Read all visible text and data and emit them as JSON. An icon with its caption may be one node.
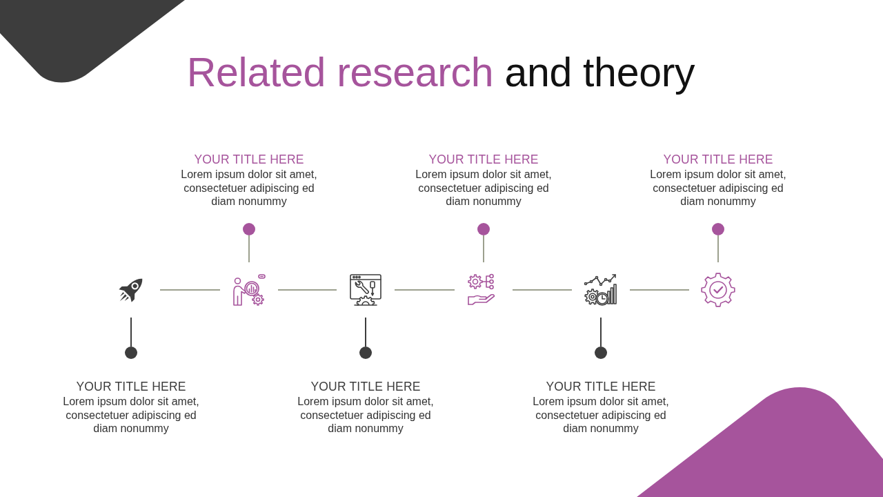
{
  "diagram": {
    "title": "Related research and theory",
    "nodes": [
      {
        "text": [],
        "shape": "picture"
      },
      {
        "text": [],
        "shape": "picture"
      },
      {
        "text": [],
        "shape": "picture"
      },
      {
        "text": [],
        "shape": "picture"
      },
      {
        "text": [],
        "shape": "picture"
      },
      {
        "text": [],
        "shape": "picture"
      },
      {
        "text": [],
        "shape": "circle",
        "beside": [
          "YOUR TITLE HERE",
          "Lorem ipsum dolor sit amet, consectetuer adipiscing ed diam nonummy"
        ]
      },
      {
        "text": [],
        "shape": "circle",
        "beside": [
          "YOUR TITLE HERE",
          "Lorem ipsum dolor sit amet, consectetuer adipiscing ed diam nonummy"
        ]
      },
      {
        "text": [],
        "shape": "circle",
        "beside": [
          "YOUR TITLE HERE",
          "Lorem ipsum dolor sit amet, consectetuer adipiscing ed diam nonummy"
        ]
      },
      {
        "text": [],
        "shape": "circle",
        "beside": [
          "YOUR TITLE HERE",
          "Lorem ipsum dolor sit amet, consectetuer adipiscing ed diam nonummy"
        ]
      },
      {
        "text": [],
        "shape": "circle",
        "beside": [
          "YOUR TITLE HERE",
          "Lorem ipsum dolor sit amet, consectetuer adipiscing ed diam nonummy"
        ]
      },
      {
        "text": [],
        "shape": "circle",
        "beside": [
          "YOUR TITLE HERE",
          "Lorem ipsum dolor sit amet, consectetuer adipiscing ed diam nonummy"
        ]
      }
    ],
    "edges": [
      {
        "from": 0,
        "to": 1,
        "arrow": "none"
      },
      {
        "from": 1,
        "to": 2,
        "arrow": "none"
      },
      {
        "from": 2,
        "to": 3,
        "arrow": "none"
      },
      {
        "from": 3,
        "to": 4,
        "arrow": "none"
      },
      {
        "from": 4,
        "to": 5,
        "arrow": "none"
      },
      {
        "from": 0,
        "to": 6,
        "arrow": "none",
        "color": "#3d3d3d"
      },
      {
        "from": 1,
        "to": 7,
        "arrow": "none"
      },
      {
        "from": 2,
        "to": 8,
        "arrow": "none",
        "color": "#3d3d3d"
      },
      {
        "from": 3,
        "to": 9,
        "arrow": "none"
      },
      {
        "from": 4,
        "to": 10,
        "arrow": "none",
        "color": "#3d3d3d"
      },
      {
        "from": 5,
        "to": 11,
        "arrow": "none"
      }
    ]
  }
}
